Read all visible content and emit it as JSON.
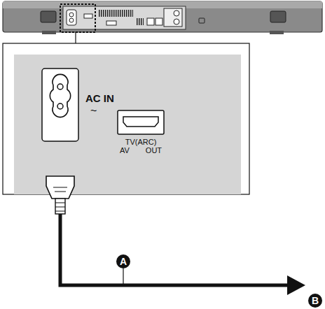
{
  "diagram": {
    "labels": [
      "AC IN",
      "~",
      "TV(ARC) AV OUT",
      "A",
      "B"
    ]
  }
}
